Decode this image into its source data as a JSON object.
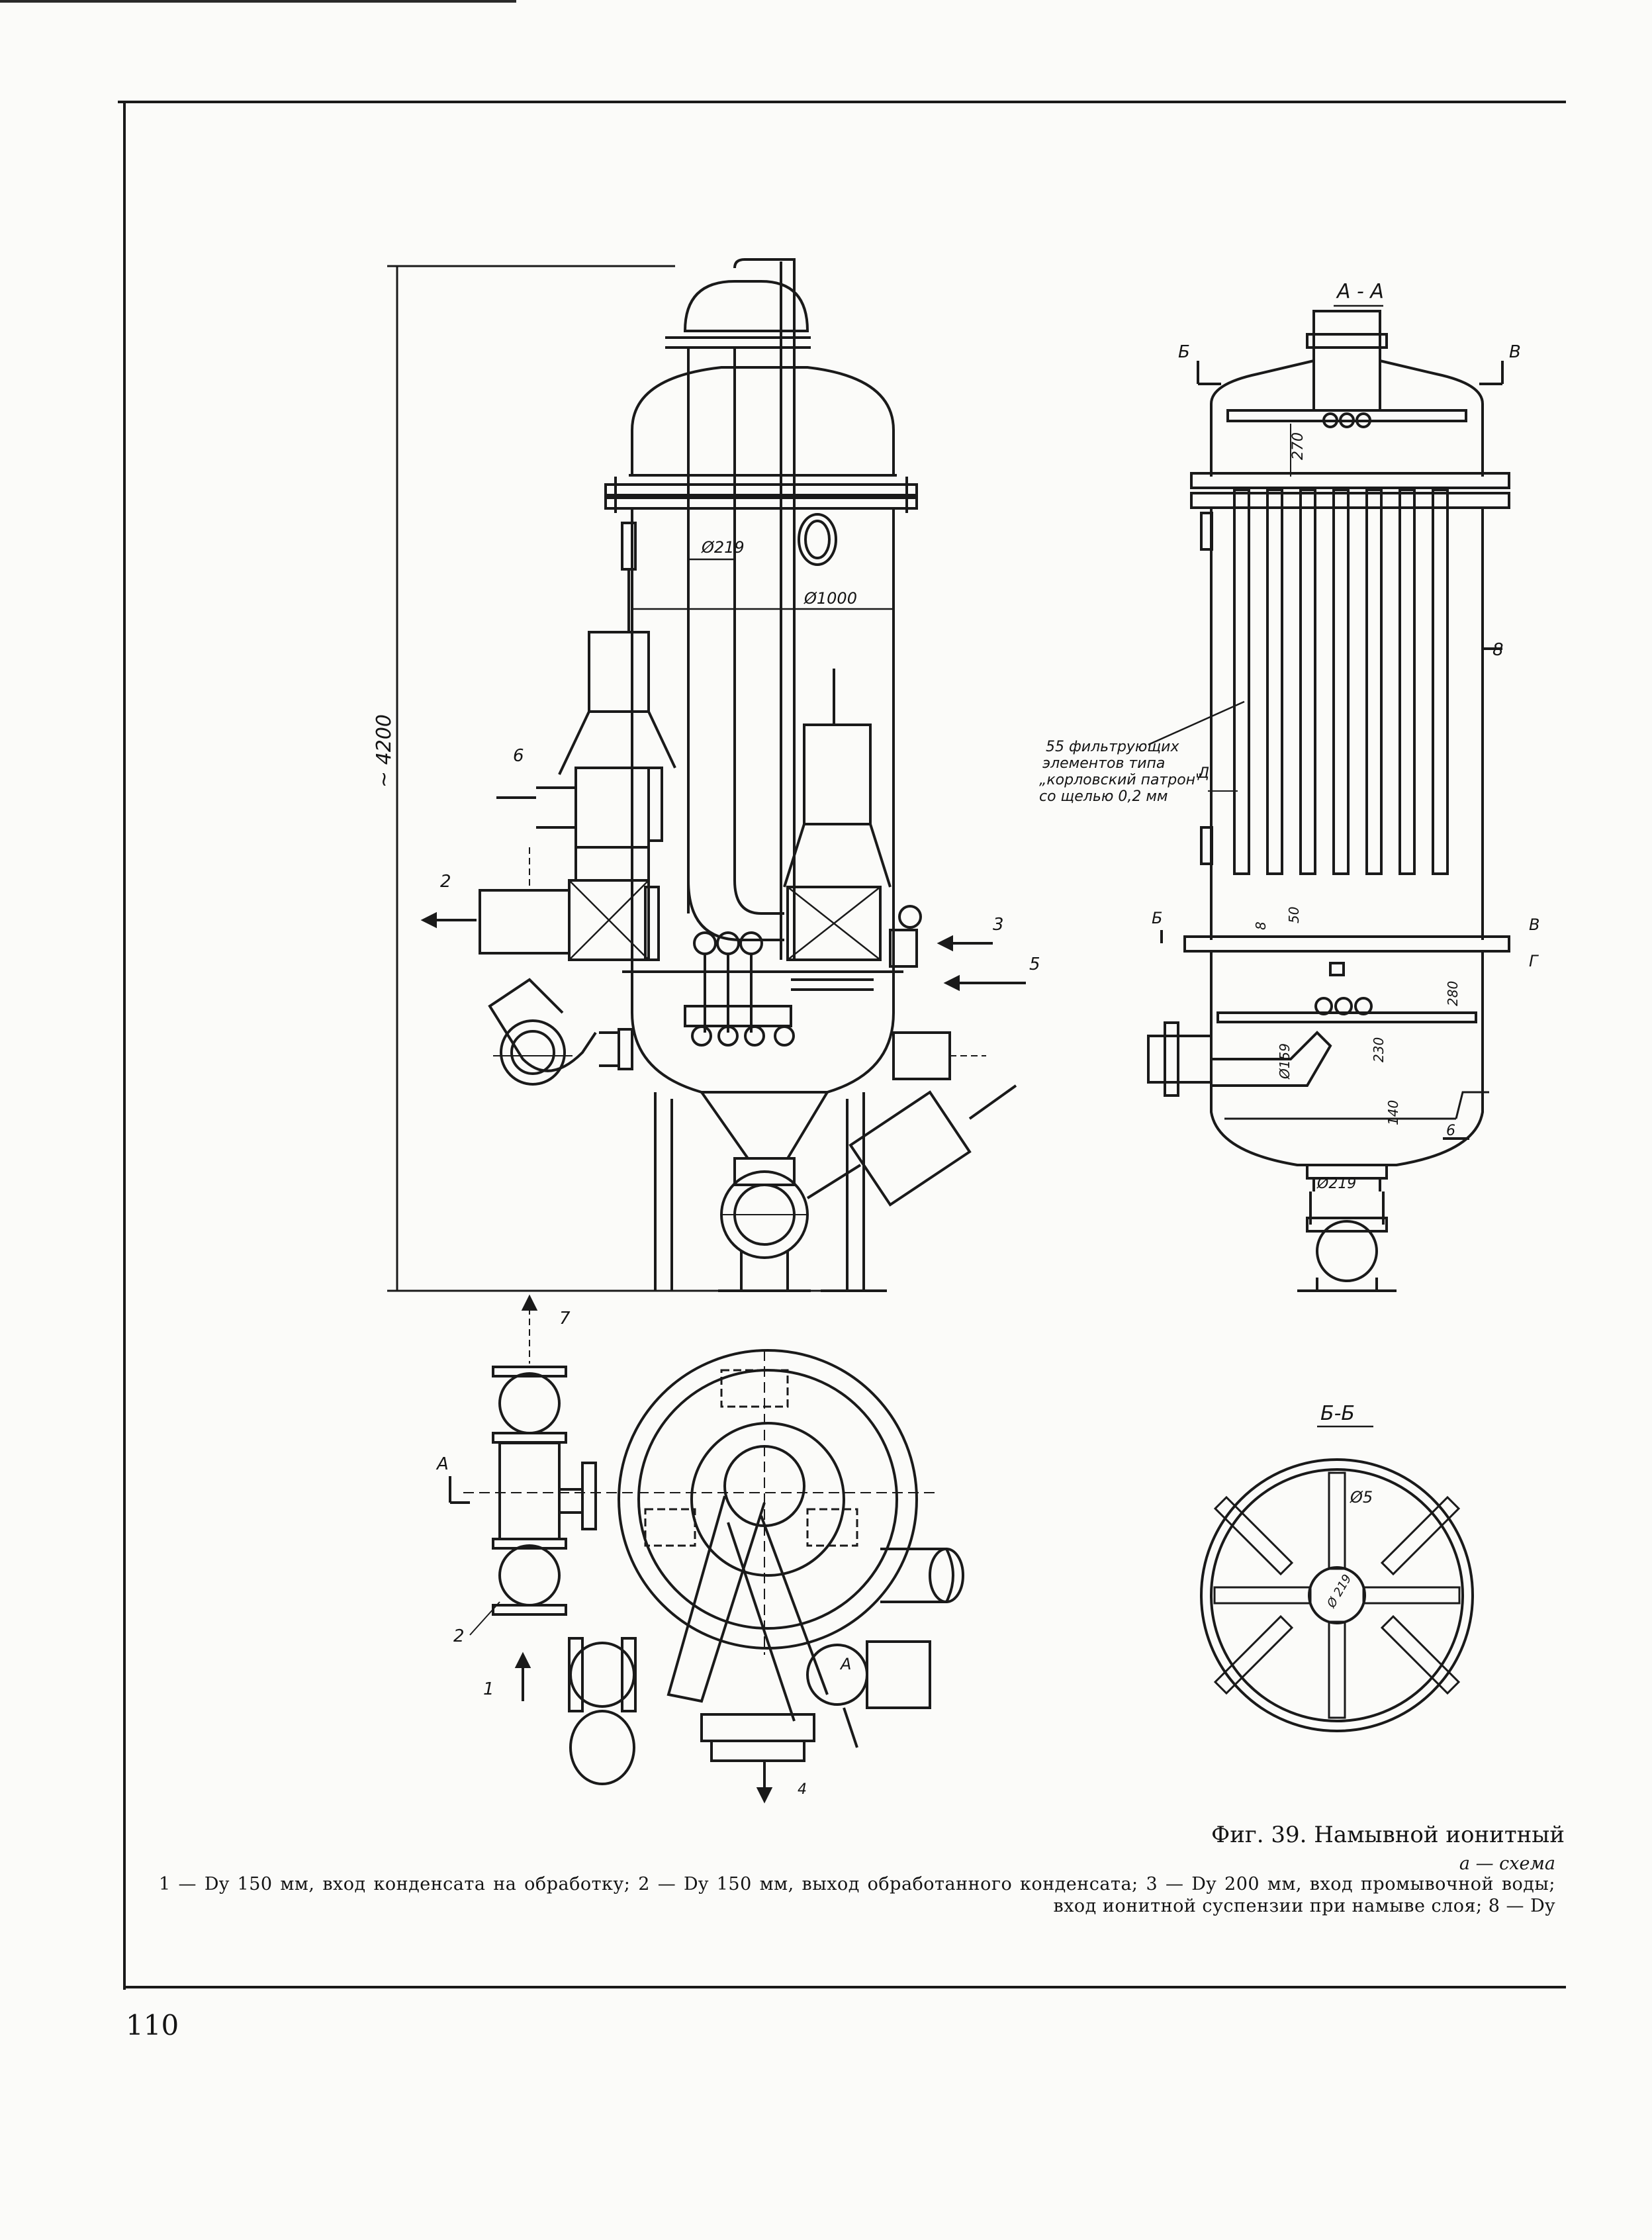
{
  "figure": {
    "title": "Фиг. 39. Намывной ионитный",
    "subtitle": "а — схема",
    "legend_line1": "1 — Dy 150 мм, вход конденсата на обработку; 2 — Dy 150 мм, выход обработанного конденсата; 3 — Dy 200 мм, вход промывочной воды;",
    "legend_line2": "вход ионитной суспензии при намыве слоя; 8 — Dy"
  },
  "drawing_labels": {
    "height_dim": "~ 4200",
    "dia_219_top": "Ø219",
    "dia_1000": "Ø1000",
    "dia_219_bottom": "Ø219",
    "dia_159": "Ø159",
    "dia_5": "Ø5",
    "dia_219_bb": "Ø 219",
    "filter_note": [
      "55 фильтрующих",
      "элементов типа",
      "„корловский патрон\"",
      "со щелью 0,2 мм"
    ],
    "section_aa": "А - А",
    "section_bb": "Б-Б",
    "dim_270": "270",
    "dim_50": "50",
    "dim_280": "280",
    "dim_230": "230",
    "dim_140": "140",
    "dim_8": "8",
    "mark_b": "Б",
    "mark_v": "В",
    "mark_g": "Г",
    "mark_d": "Д",
    "mark_a": "А",
    "mark_1": "1",
    "mark_2": "2",
    "mark_3": "3",
    "mark_4": "4",
    "mark_5": "5",
    "mark_6": "6",
    "mark_7": "7",
    "mark_8": "8"
  },
  "page": {
    "number": "110"
  }
}
